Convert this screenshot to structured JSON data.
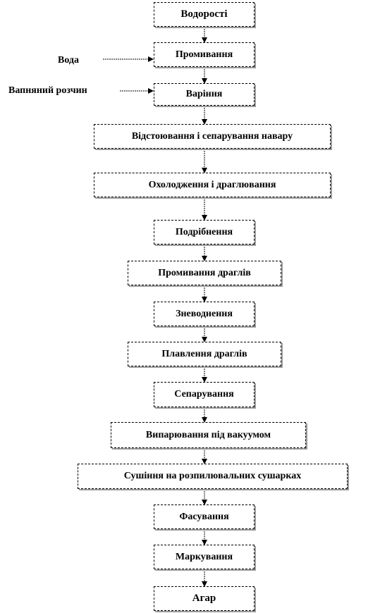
{
  "steps": [
    "Водорості",
    "Промивання",
    "Варіння",
    "Відстоювання і сепарування навару",
    "Охолодження і драглювання",
    "Подрібнення",
    "Промивання драглів",
    "Зневоднення",
    "Плавлення драглів",
    "Сепарування",
    "Випарювання під вакуумом",
    "Сушіння на розпилювальних  сушарках",
    "Фасування",
    "Маркування",
    "Агар"
  ],
  "inputs": {
    "water": "Вода",
    "lime_solution": "Вапняний розчин"
  },
  "colors": {
    "line": "#000000",
    "shadow": "#9a9a9a"
  }
}
